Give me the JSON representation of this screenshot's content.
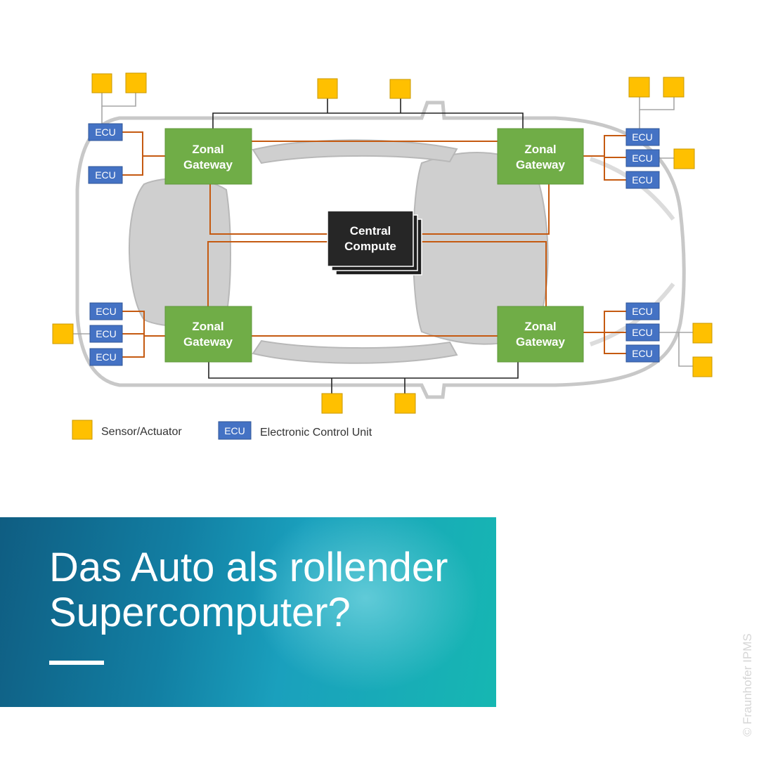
{
  "diagram": {
    "gateway_line1": "Zonal",
    "gateway_line2": "Gateway",
    "central_line1": "Central",
    "central_line2": "Compute",
    "ecu_label": "ECU",
    "colors": {
      "sensor": "#ffc000",
      "ecu": "#4472c4",
      "gateway": "#70ad47",
      "central": "#262626",
      "connection": "#c55a11",
      "car_outline": "#c8c8c8"
    }
  },
  "legend": {
    "sensor_label": "Sensor/Actuator",
    "ecu_badge": "ECU",
    "ecu_label": "Electronic Control Unit"
  },
  "banner": {
    "title": "Das Auto als rollender\nSupercomputer?"
  },
  "copyright": "© Fraunhofer IPMS"
}
